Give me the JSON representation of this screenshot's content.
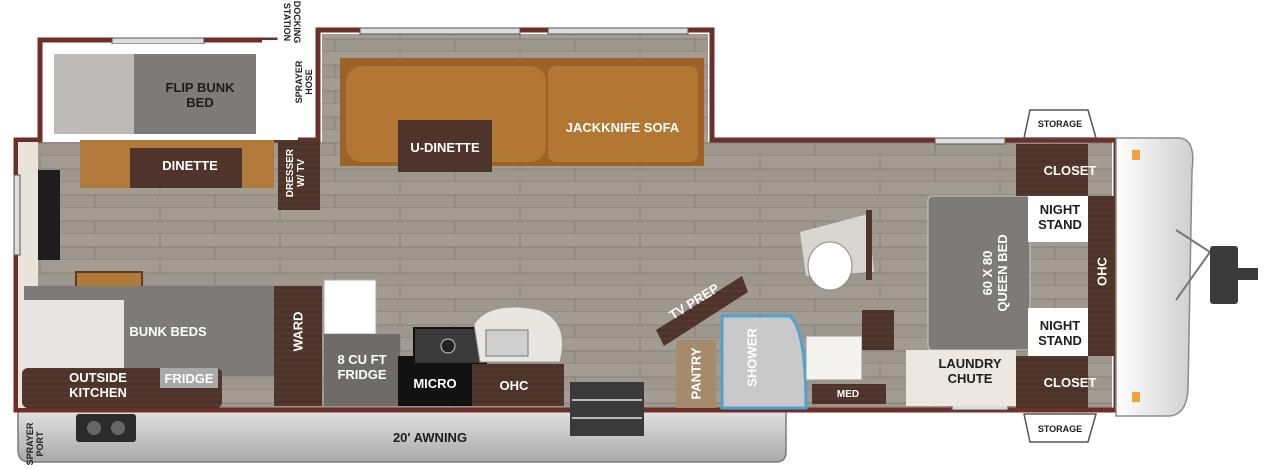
{
  "labels": {
    "flip_bunk_bed": "FLIP BUNK\nBED",
    "dinette": "DINETTE",
    "docking_station": "DOCKING\nSTATION",
    "sprayer_hose": "SPRAYER\nHOSE",
    "dresser_tv": "DRESSER\nW/ TV",
    "u_dinette": "U-DINETTE",
    "jackknife_sofa": "JACKKNIFE SOFA",
    "storage_top": "STORAGE",
    "closet_top": "CLOSET",
    "night_stand_top": "NIGHT\nSTAND",
    "queen_bed": "60 X 80\nQUEEN BED",
    "ohc_front": "OHC",
    "night_stand_bottom": "NIGHT\nSTAND",
    "laundry_chute": "LAUNDRY\nCHUTE",
    "closet_bottom": "CLOSET",
    "storage_bottom": "STORAGE",
    "tv_prep": "TV PREP",
    "shower": "SHOWER",
    "pantry": "PANTRY",
    "med": "MED",
    "ohc_kitchen": "OHC",
    "micro": "MICRO",
    "fridge_8cu": "8 CU FT\nFRIDGE",
    "ward": "WARD",
    "bunk_beds": "BUNK BEDS",
    "outside_kitchen": "OUTSIDE\nKITCHEN",
    "fridge_outside": "FRIDGE",
    "awning": "20' AWNING",
    "sprayer_port": "SPRAYER\nPORT"
  },
  "colors": {
    "wall": "#6e2f28",
    "floor": "#9c968c",
    "cabinet": "#4a3128",
    "sofa": "#a56a2c",
    "bed": "#8a8a88",
    "awning": "#c9c9c9"
  }
}
